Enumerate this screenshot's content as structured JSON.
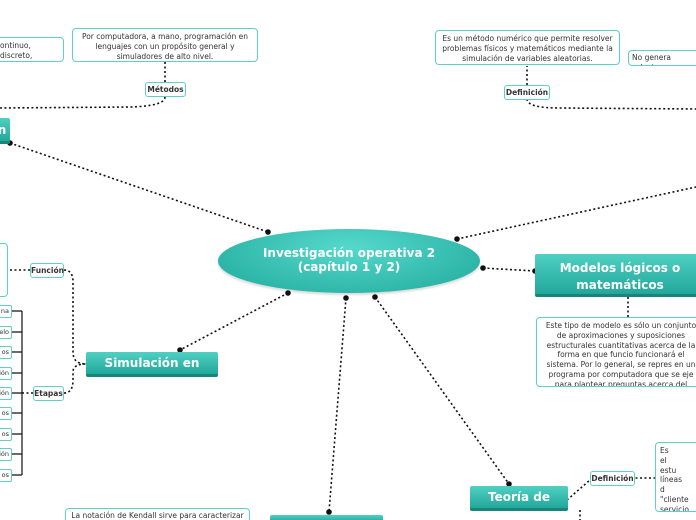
{
  "central": {
    "line1": "Investigación operativa 2",
    "line2": "(capítulo 1 y 2)"
  },
  "topics": {
    "models": {
      "line1": "Modelos lógicos o",
      "line2": "matemáticos"
    },
    "arena": "Simulación en Arena",
    "colas": "Teoría de Colas",
    "left_partial": "n"
  },
  "labels": {
    "metodos": "Métodos",
    "definicion_top": "Definición",
    "funcion": "Función",
    "etapas": "Etapas",
    "definicion_colas": "Definición"
  },
  "notes": {
    "continuo": "ontinuo, discreto, ástico.",
    "metodos": "Por computadora, a mano, programación en lenguajes con un propósito general y simuladores de alto nivel.",
    "montecarlo": "Es un método numérico que permite resolver problemas físicos y matemáticos mediante la simulación de variables aleatorias.",
    "no_genera": "No genera solucion",
    "modelos": "Este tipo de modelo es sólo un conjunto de aproximaciones y suposiciones estructurales cuantitativas acerca de la forma en que funcio funcionará el sistema. Por lo general, se repres en un programa por computadora que se eje para plantear preguntas acerca del comportam del modelo.",
    "colas": "Es el estu líneas d \"cliente servicio capacid disponi espera",
    "kendall": "La notación de Kendall sirve para caracterizar un"
  },
  "etapas_steps": [
    "na",
    "elo",
    "os",
    "ión",
    "ión",
    "os",
    "os",
    "ión",
    "os"
  ]
}
